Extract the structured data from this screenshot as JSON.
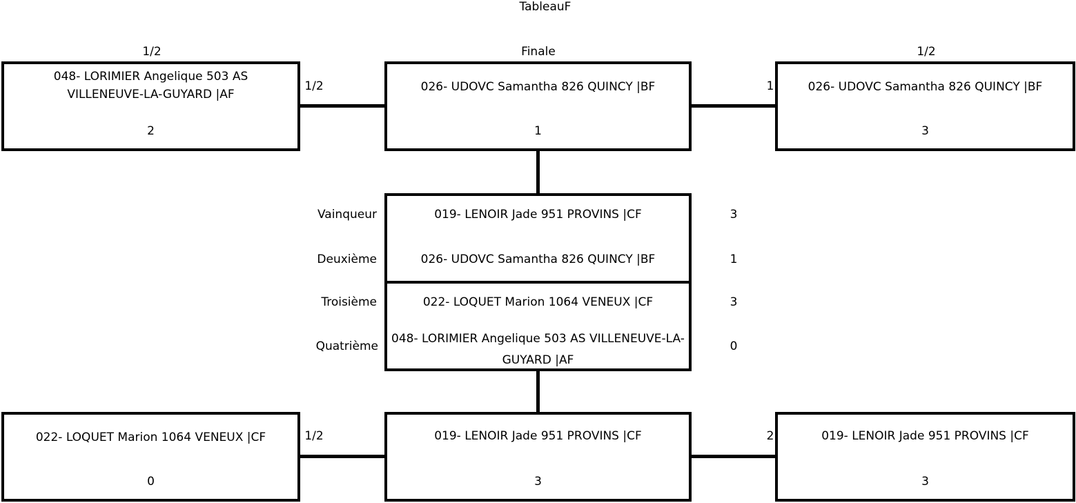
{
  "title": "TableauF",
  "round_labels": {
    "left": "1/2",
    "center": "Finale",
    "right": "1/2"
  },
  "top": {
    "left": {
      "name": "048- LORIMIER Angelique 503 AS VILLENEUVE-LA-GUYARD |AF",
      "score": "2"
    },
    "center": {
      "name": "026- UDOVC Samantha 826 QUINCY |BF",
      "score": "1"
    },
    "right": {
      "name": "026- UDOVC Samantha 826 QUINCY |BF",
      "score": "3"
    },
    "left_connector_label": "1/2",
    "right_connector_label": "1"
  },
  "bottom": {
    "left": {
      "name": "022- LOQUET Marion 1064 VENEUX |CF",
      "score": "0"
    },
    "center": {
      "name": "019- LENOIR Jade 951 PROVINS |CF",
      "score": "3"
    },
    "right": {
      "name": "019- LENOIR Jade 951 PROVINS |CF",
      "score": "3"
    },
    "left_connector_label": "1/2",
    "right_connector_label": "2"
  },
  "ranking": [
    {
      "label": "Vainqueur",
      "name": "019- LENOIR Jade 951 PROVINS |CF",
      "score": "3"
    },
    {
      "label": "Deuxième",
      "name": "026- UDOVC Samantha 826 QUINCY |BF",
      "score": "1"
    },
    {
      "label": "Troisième",
      "name": "022- LOQUET Marion 1064 VENEUX |CF",
      "score": "3"
    },
    {
      "label": "Quatrième",
      "name": "048- LORIMIER Angelique 503 AS VILLENEUVE-LA-GUYARD |AF",
      "score": "0"
    }
  ]
}
